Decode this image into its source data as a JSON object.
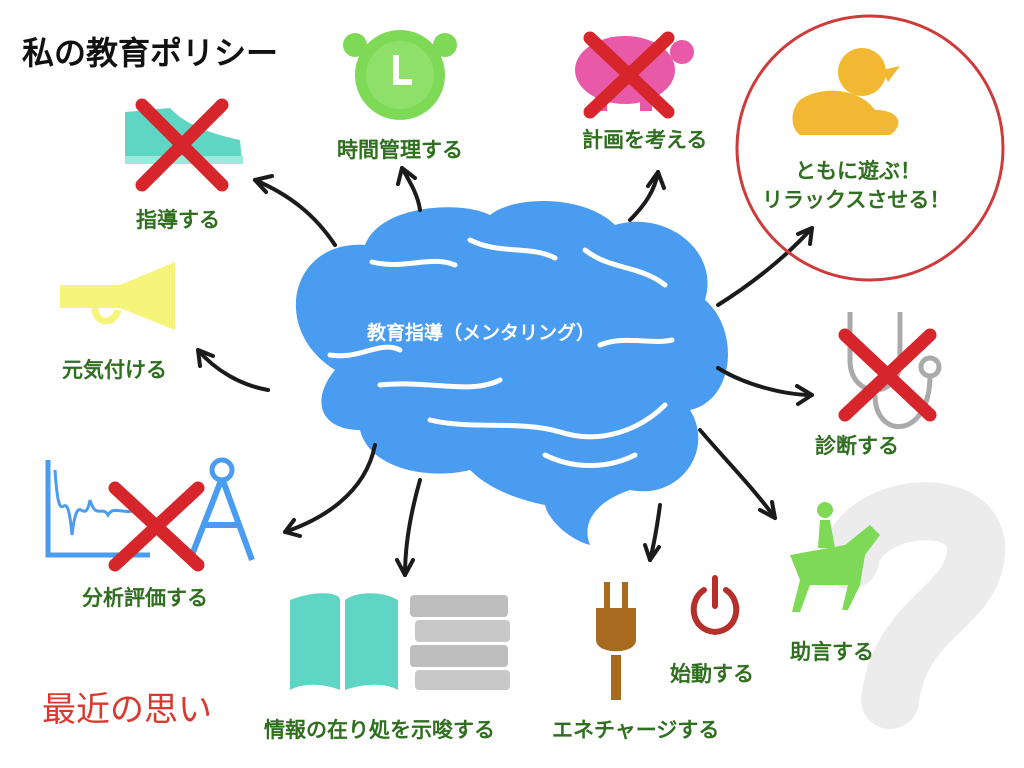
{
  "title": "私の教育ポリシー",
  "center": "教育指導（メンタリング）",
  "footer": "最近の思い",
  "labels": {
    "leading": "指導する",
    "time": "時間管理する",
    "planning": "計画を考える",
    "play": "ともに遊ぶ！",
    "relax": "リラックスさせる！",
    "motivate": "元気付ける",
    "diagnose": "診断する",
    "evaluate": "分析評価する",
    "info": "情報の在り処を示唆する",
    "energy": "エネチャージする",
    "start": "始動する",
    "advice": "助言する"
  },
  "colors": {
    "brain": "#4a9cf0",
    "label_text": "#2f6f1f",
    "cross": "#d7262b",
    "circle": "#cf3a3a",
    "footer_text": "#d9392f"
  },
  "icons": [
    "sneaker-icon",
    "alarm-clock-icon",
    "piggy-bank-icon",
    "rubber-duck-icon",
    "megaphone-icon",
    "stethoscope-icon",
    "chart-icon",
    "compass-icon",
    "book-icon",
    "books-stack-icon",
    "plug-icon",
    "power-icon",
    "horse-rider-icon",
    "question-mark-icon"
  ]
}
